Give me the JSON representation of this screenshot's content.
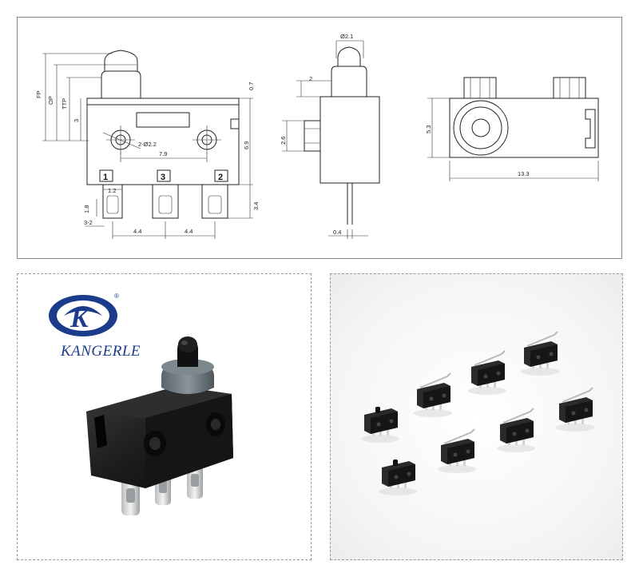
{
  "drawing": {
    "front_view": {
      "left_dims": [
        "FP",
        "OP",
        "TTP",
        "3"
      ],
      "top_right_dim": "0.7",
      "hole_label": "2-Ø2.2",
      "hole_spacing": "7.9",
      "height_dim": "6.9",
      "pins": [
        "1",
        "3",
        "2"
      ],
      "terminal_width": "1.2",
      "terminal_height": "1.8",
      "terminal_depth": "3.4",
      "terminal_offset": "3-2",
      "pitch_left": "4.4",
      "pitch_right": "4.4"
    },
    "side_view": {
      "plunger_dia": "Ø2.1",
      "plunger_height": "2",
      "boss_height": "2.6",
      "lead_thickness": "0.4"
    },
    "top_view": {
      "height": "5.3",
      "length": "13.3"
    }
  },
  "product": {
    "brand_name": "KANGERLE",
    "logo_mark": "K",
    "registered_mark": "®",
    "logo_color": "#1b3c8c",
    "body_color": "#1a1a1a",
    "plunger_seal_color": "#6f7a80"
  },
  "gallery": {
    "item_count": 8
  }
}
